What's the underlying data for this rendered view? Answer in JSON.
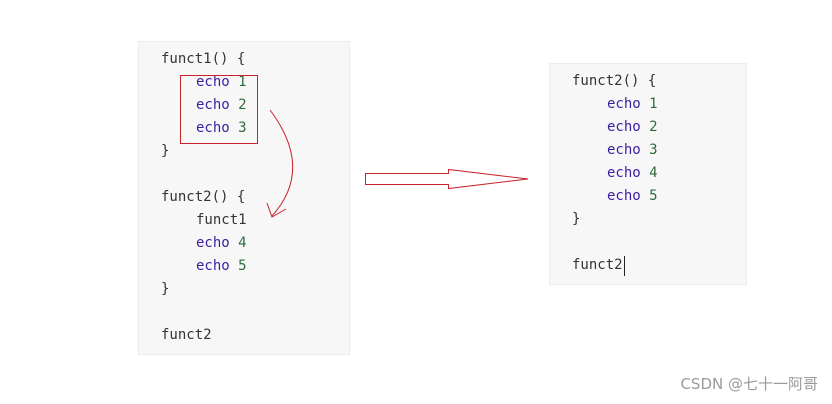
{
  "left_code": {
    "l1": "funct1() {",
    "l2": {
      "kw": "echo",
      "num": "1"
    },
    "l3": {
      "kw": "echo",
      "num": "2"
    },
    "l4": {
      "kw": "echo",
      "num": "3"
    },
    "l5": "}",
    "l6": "funct2() {",
    "l7": "funct1",
    "l8": {
      "kw": "echo",
      "num": "4"
    },
    "l9": {
      "kw": "echo",
      "num": "5"
    },
    "l10": "}",
    "l11": "funct2"
  },
  "right_code": {
    "l1": "funct2() {",
    "l2": {
      "kw": "echo",
      "num": "1"
    },
    "l3": {
      "kw": "echo",
      "num": "2"
    },
    "l4": {
      "kw": "echo",
      "num": "3"
    },
    "l5": {
      "kw": "echo",
      "num": "4"
    },
    "l6": {
      "kw": "echo",
      "num": "5"
    },
    "l7": "}",
    "l8": "funct2"
  },
  "watermark": "CSDN @七十一阿哥",
  "colors": {
    "highlight": "#c8222b",
    "keyword": "#3b1ea0",
    "number": "#2f6b3c"
  }
}
